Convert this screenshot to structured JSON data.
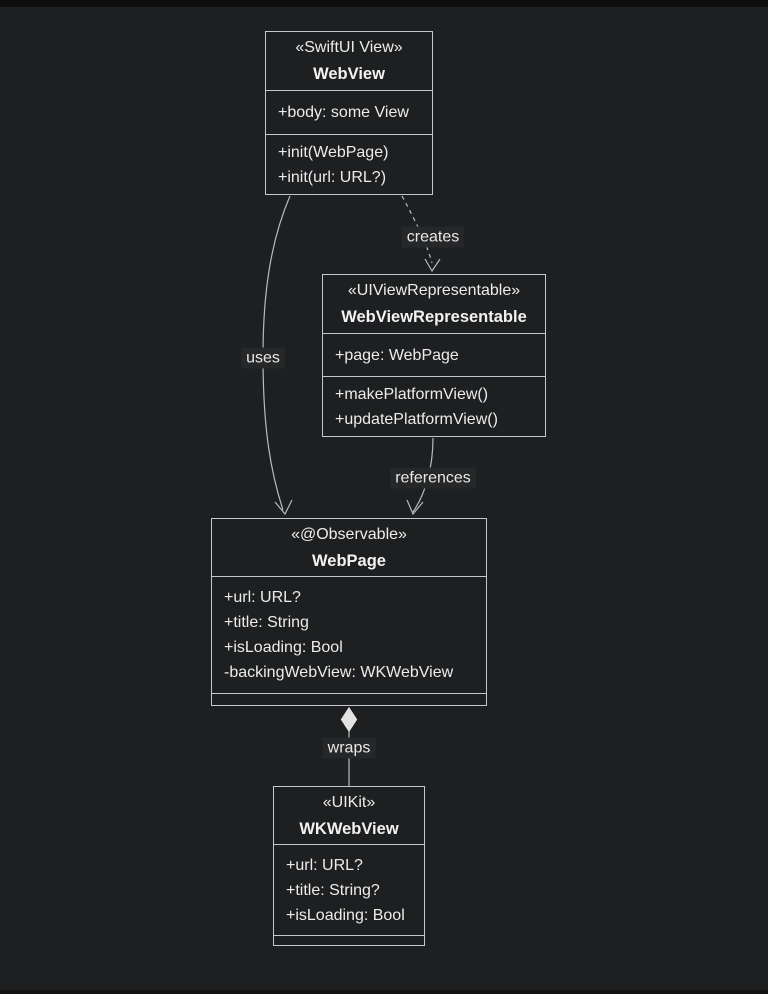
{
  "diagram": {
    "type": "uml-class-diagram",
    "theme": {
      "background": "#1e1f20",
      "box_fill": "#1e1f20",
      "border_color": "#c7c8c9",
      "line_color": "#b9babb",
      "text_color": "#ececec",
      "diamond_fill": "#e3e3e3"
    },
    "classes": [
      {
        "id": "WebView",
        "stereotype": "«SwiftUI View»",
        "name": "WebView",
        "attributes": [
          "+body: some View"
        ],
        "methods": [
          "+init(WebPage)",
          "+init(url: URL?)"
        ]
      },
      {
        "id": "WebViewRepresentable",
        "stereotype": "«UIViewRepresentable»",
        "name": "WebViewRepresentable",
        "attributes": [
          "+page: WebPage"
        ],
        "methods": [
          "+makePlatformView()",
          "+updatePlatformView()"
        ]
      },
      {
        "id": "WebPage",
        "stereotype": "«@Observable»",
        "name": "WebPage",
        "attributes": [
          "+url: URL?",
          "+title: String",
          "+isLoading: Bool",
          "-backingWebView: WKWebView"
        ],
        "methods": []
      },
      {
        "id": "WKWebView",
        "stereotype": "«UIKit»",
        "name": "WKWebView",
        "attributes": [
          "+url: URL?",
          "+title: String?",
          "+isLoading: Bool"
        ],
        "methods": []
      }
    ],
    "edges": [
      {
        "from": "WebView",
        "to": "WebViewRepresentable",
        "label": "creates",
        "style": "dashed",
        "arrow": "open"
      },
      {
        "from": "WebView",
        "to": "WebPage",
        "label": "uses",
        "style": "solid",
        "arrow": "open"
      },
      {
        "from": "WebViewRepresentable",
        "to": "WebPage",
        "label": "references",
        "style": "solid",
        "arrow": "open"
      },
      {
        "from": "WebPage",
        "to": "WKWebView",
        "label": "wraps",
        "style": "solid",
        "arrow": "composition-diamond"
      }
    ]
  }
}
